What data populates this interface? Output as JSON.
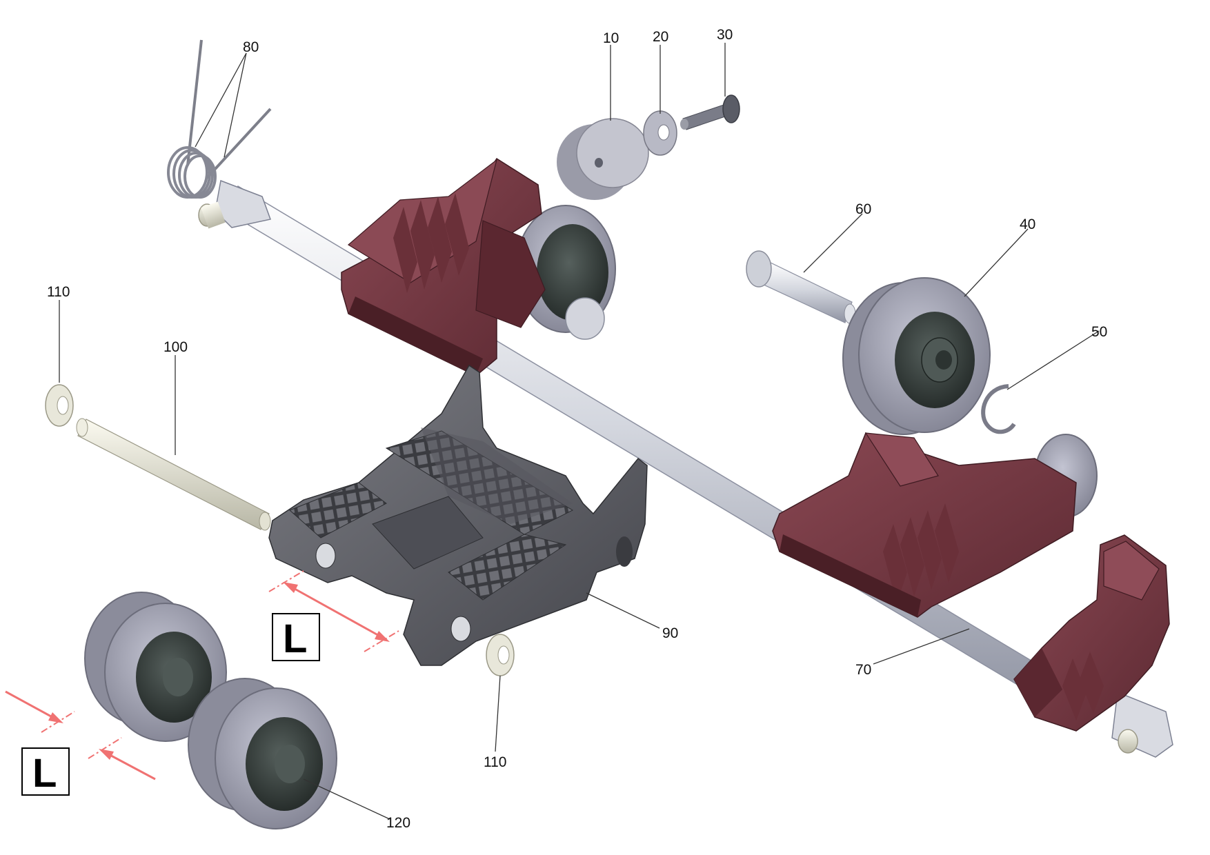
{
  "callouts": {
    "c10": "10",
    "c20": "20",
    "c30": "30",
    "c40": "40",
    "c50": "50",
    "c60": "60",
    "c70": "70",
    "c80": "80",
    "c90": "90",
    "c100": "100",
    "c110_top": "110",
    "c110_bottom": "110",
    "c120": "120"
  },
  "badges": {
    "frame_badge": "L",
    "wheel_badge": "L"
  },
  "colors": {
    "bracket": "#7a3b45",
    "bracket_dark": "#5a2931",
    "shaft": "#c9ccd6",
    "frame": "#5e5f66",
    "wheel_tread": "#a9aab8",
    "wheel_hub": "#39403e",
    "pin": "#e2e1d2",
    "dimension": "#f07272"
  }
}
